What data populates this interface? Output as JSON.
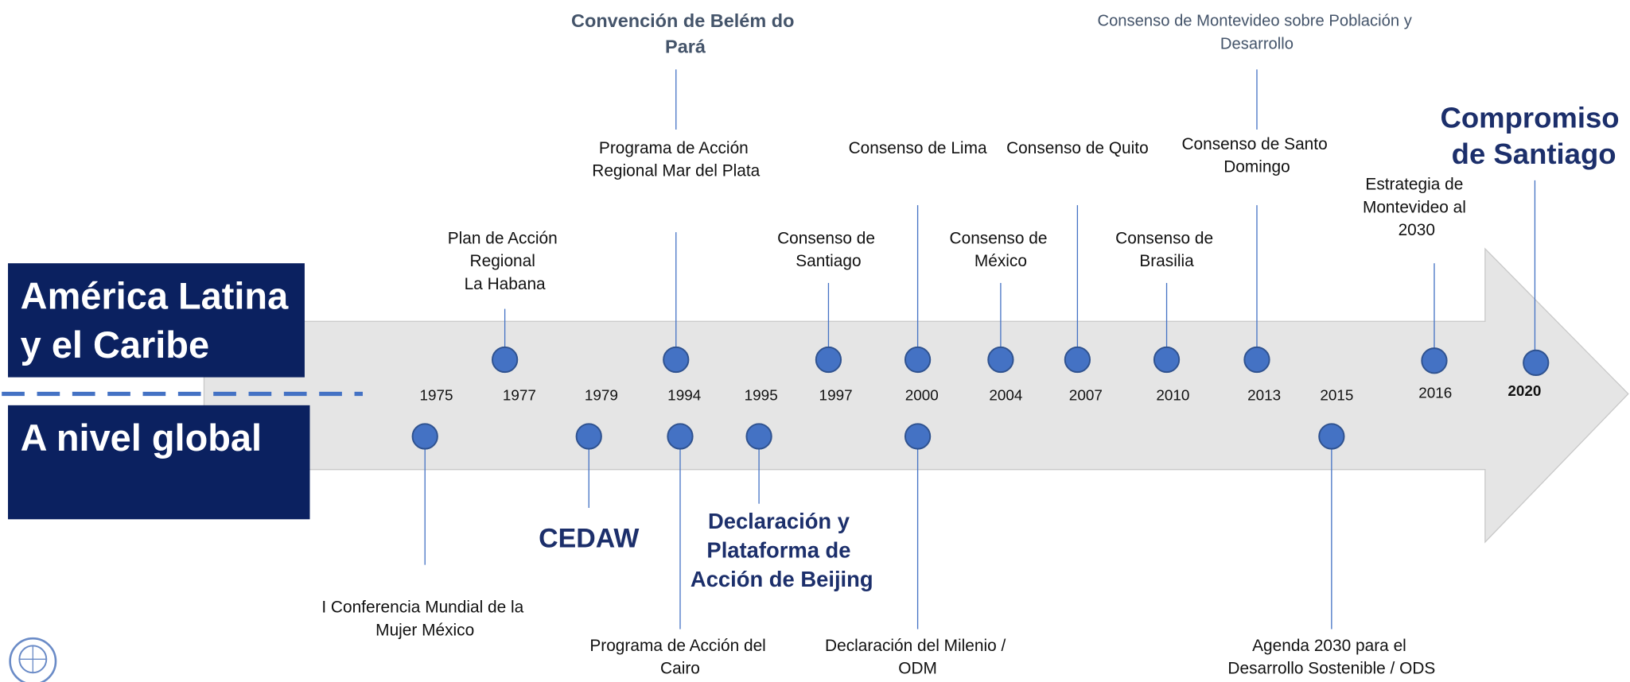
{
  "regions": {
    "latam_line1": "América Latina",
    "latam_line2": "y el Caribe",
    "global": "A nivel global"
  },
  "years": {
    "y1975": "1975",
    "y1977": "1977",
    "y1979": "1979",
    "y1994": "1994",
    "y1995": "1995",
    "y1997": "1997",
    "y2000": "2000",
    "y2004": "2004",
    "y2007": "2007",
    "y2010": "2010",
    "y2013": "2013",
    "y2015": "2015",
    "y2016": "2016",
    "y2020": "2020"
  },
  "regional_events": {
    "habana": [
      "Plan de Acción",
      "Regional",
      "La Habana"
    ],
    "mar_del_plata": [
      "Programa de Acción",
      "Regional Mar del Plata"
    ],
    "belem": [
      "Convención de Belém do",
      "Pará"
    ],
    "santiago_consenso": [
      "Consenso de",
      "Santiago"
    ],
    "lima": [
      "Consenso de Lima"
    ],
    "mexico": [
      "Consenso de",
      "México"
    ],
    "quito": [
      "Consenso de Quito"
    ],
    "brasilia": [
      "Consenso de",
      "Brasilia"
    ],
    "santo_domingo": [
      "Consenso de Santo",
      "Domingo"
    ],
    "montevideo_consenso": [
      "Consenso de Montevideo sobre Población y",
      "Desarrollo"
    ],
    "montevideo_estrategia": [
      "Estrategia de",
      "Montevideo al",
      "2030"
    ],
    "compromiso": [
      "Compromiso",
      "de Santiago"
    ]
  },
  "global_events": {
    "conferencia": [
      "I Conferencia Mundial de la",
      "Mujer México"
    ],
    "cedaw": [
      "CEDAW"
    ],
    "cairo": [
      "Programa de Acción del",
      "Cairo"
    ],
    "beijing": [
      "Declaración y",
      "Plataforma de",
      "Acción de Beijing"
    ],
    "milenio": [
      "Declaración del Milenio /",
      "ODM"
    ],
    "agenda2030": [
      "Agenda 2030 para el",
      "Desarrollo Sostenible / ODS"
    ]
  },
  "colors": {
    "navy": "#0b2160",
    "dot": "#4472c4",
    "arrow": "#e5e5e5",
    "highlight": "#1c2f6b"
  }
}
